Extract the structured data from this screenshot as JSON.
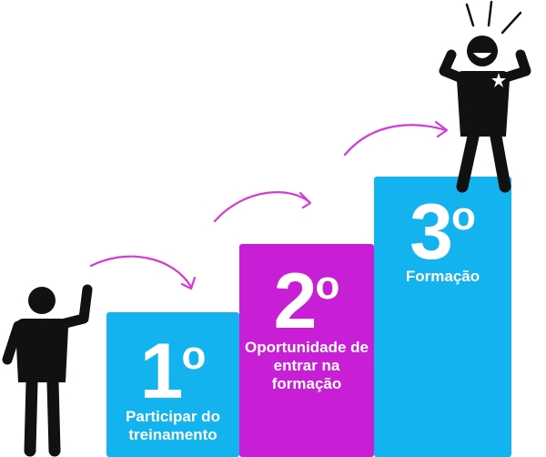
{
  "steps": [
    {
      "number": "1",
      "ordinal": "o",
      "label": "Participar do treinamento"
    },
    {
      "number": "2",
      "ordinal": "o",
      "label": "Oportunidade de entrar na formação"
    },
    {
      "number": "3",
      "ordinal": "o",
      "label": "Formação"
    }
  ],
  "colors": {
    "blue": "#12b3ee",
    "magenta": "#c81fd6",
    "arrow": "#d63ad6",
    "figure": "#111111"
  }
}
